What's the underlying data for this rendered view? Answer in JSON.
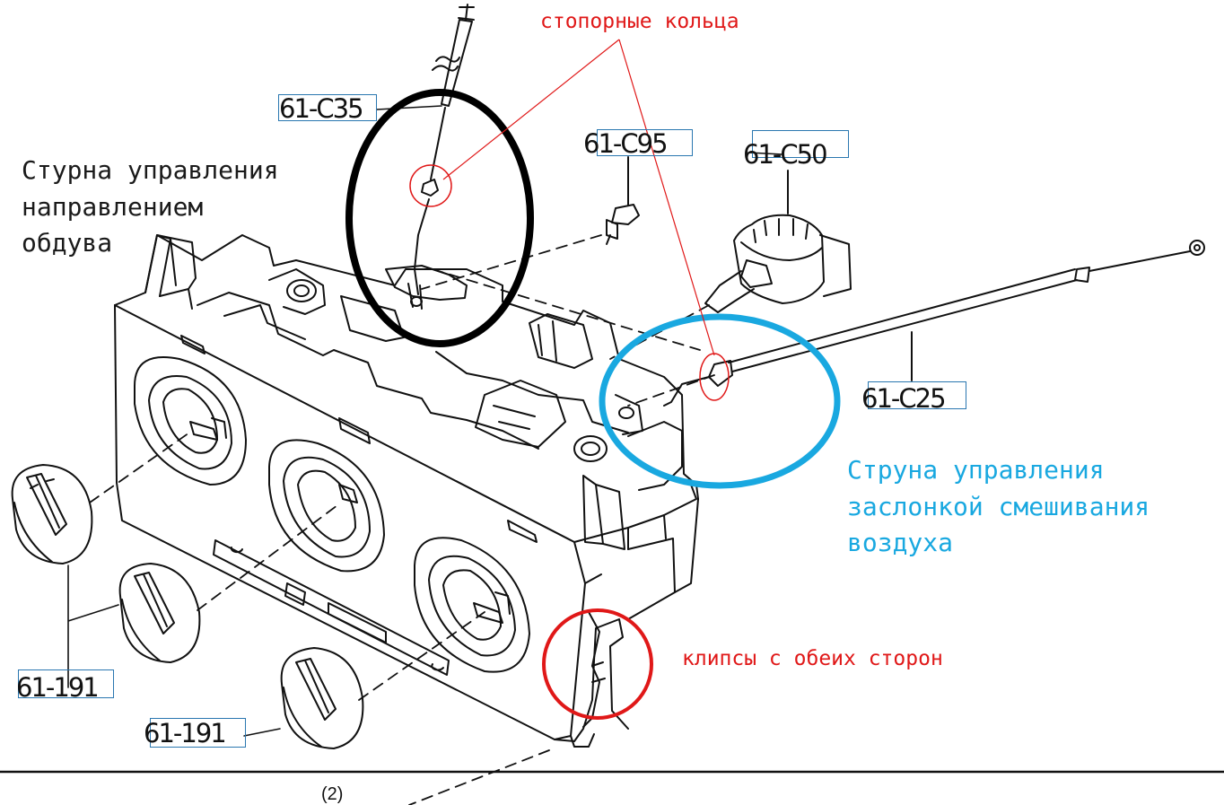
{
  "diagram": {
    "part_labels": {
      "c35": "61-C35",
      "c95": "61-C95",
      "c50": "61-C50",
      "c25": "61-C25",
      "k191a": "61-191",
      "k191b": "61-191"
    },
    "annotations": {
      "snap_rings": "стопорные кольца",
      "vent_cable": "Стурна управления\nнаправлением\nобдува",
      "mix_cable": "Струна управления\nзаслонкой смешивания\nвоздуха",
      "clips": "клипсы с обеих сторон"
    },
    "figure_number": "(2)"
  },
  "colors": {
    "line": "#111111",
    "label_box": "#2a77b0",
    "red_marker": "#e01818",
    "blue_marker": "#19a8e0",
    "black_marker": "#000000"
  }
}
